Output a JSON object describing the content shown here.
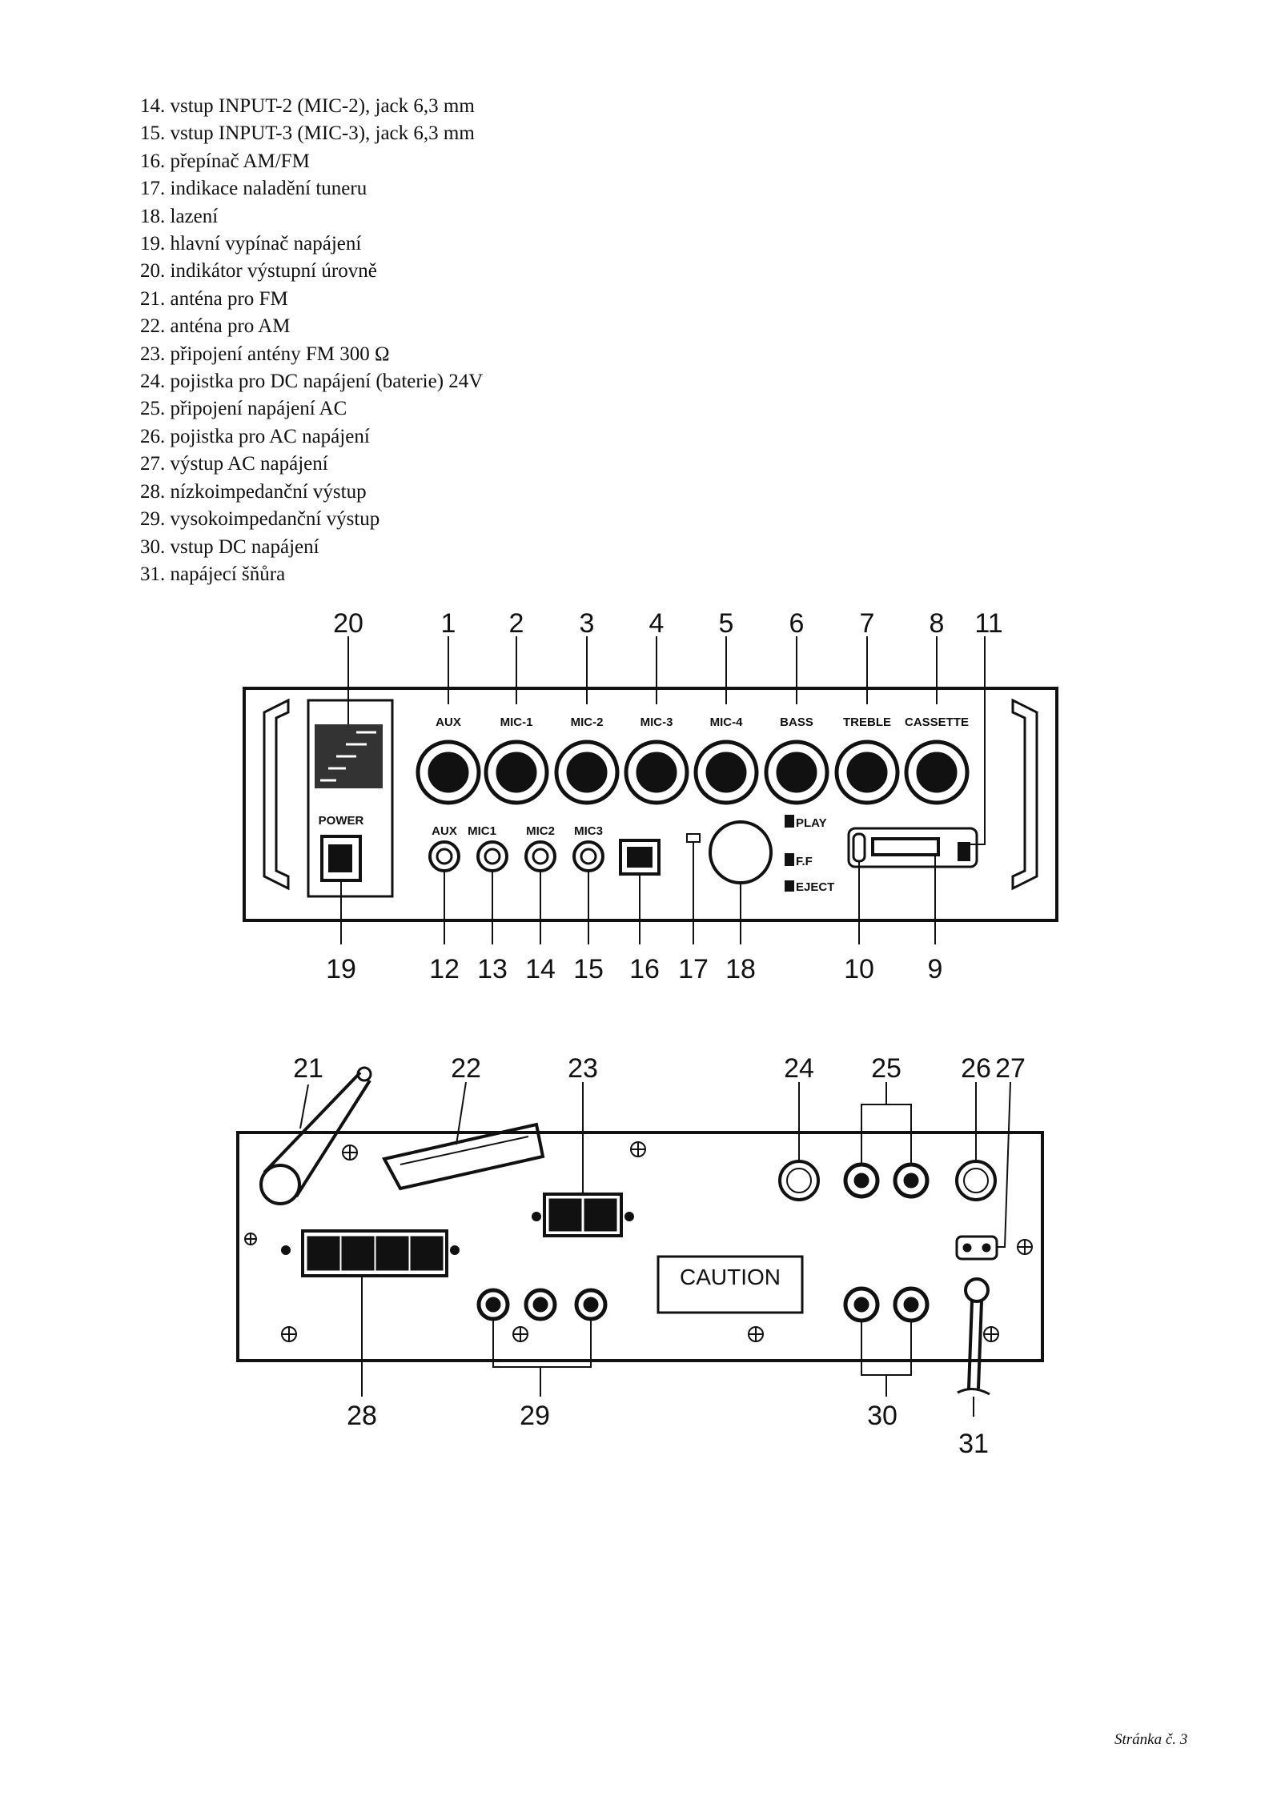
{
  "items": [
    "14. vstup INPUT-2 (MIC-2), jack 6,3 mm",
    "15. vstup INPUT-3 (MIC-3), jack 6,3 mm",
    "16. přepínač AM/FM",
    "17. indikace naladění tuneru",
    "18. lazení",
    "19. hlavní vypínač napájení",
    "20. indikátor výstupní úrovně",
    "21. anténa pro FM",
    "22. anténa pro AM",
    "23. připojení antény FM 300 Ω",
    "24. pojistka pro DC napájení (baterie) 24V",
    "25. připojení napájení AC",
    "26. pojistka pro AC napájení",
    "27. výstup AC napájení",
    "28. nízkoimpedanční výstup",
    "29. vysokoimpedanční výstup",
    "30. vstup DC napájení",
    "31. napájecí šňůra"
  ],
  "front_panel": {
    "callouts_top": [
      "20",
      "1",
      "2",
      "3",
      "4",
      "5",
      "6",
      "7",
      "8",
      "11"
    ],
    "callouts_bottom": [
      "19",
      "12",
      "13",
      "14",
      "15",
      "16",
      "17",
      "18",
      "10",
      "9"
    ],
    "knob_labels": [
      "AUX",
      "MIC-1",
      "MIC-2",
      "MIC-3",
      "MIC-4",
      "BASS",
      "TREBLE",
      "CASSETTE"
    ],
    "jack_labels": [
      "AUX",
      "MIC1",
      "MIC2",
      "MIC3"
    ],
    "power_label": "POWER",
    "cassette_labels": [
      "PLAY",
      "F.F",
      "EJECT"
    ]
  },
  "rear_panel": {
    "callouts_top": [
      "21",
      "22",
      "23",
      "24",
      "25",
      "26",
      "27"
    ],
    "callouts_bottom": [
      "28",
      "29",
      "30",
      "31"
    ],
    "caution_label": "CAUTION"
  },
  "footer": {
    "page_label": "Stránka č. 3"
  }
}
